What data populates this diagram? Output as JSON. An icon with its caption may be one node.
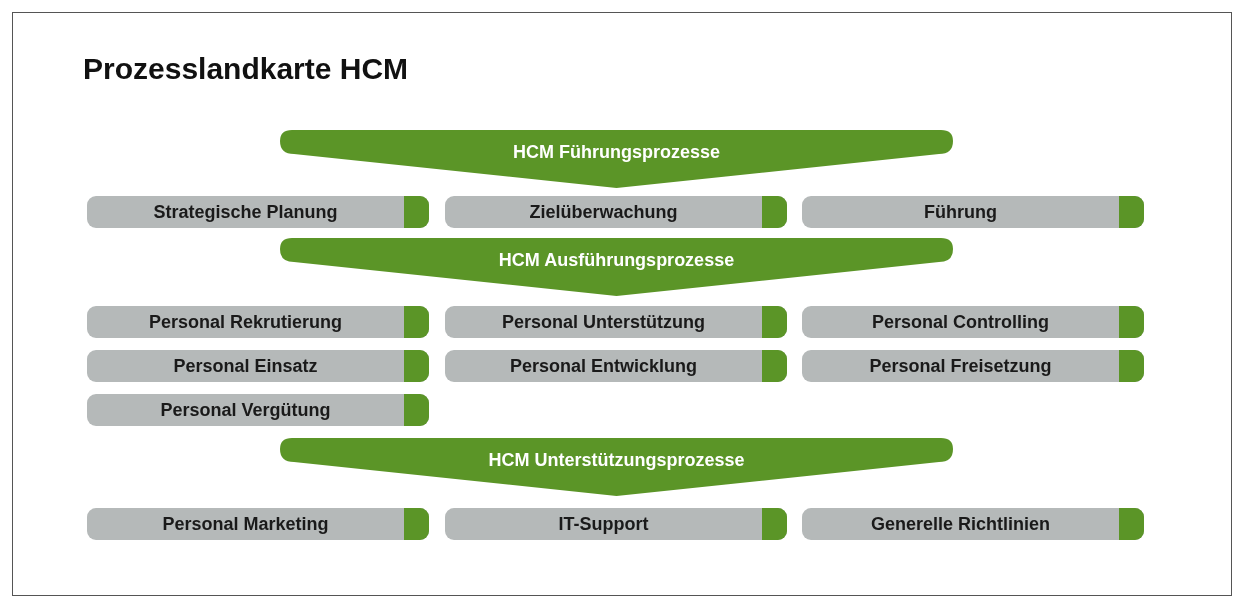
{
  "diagram": {
    "title": "Prozesslandkarte HCM",
    "nodes": [
      {
        "text": [
          "HCM Führungsprozesse"
        ]
      },
      {
        "text": [
          "Strategische Planung"
        ]
      },
      {
        "text": [
          "Zielüberwachung"
        ]
      },
      {
        "text": [
          "Führung"
        ]
      },
      {
        "text": [
          "HCM Ausführungsprozesse"
        ]
      },
      {
        "text": [
          "Personal Rekrutierung"
        ]
      },
      {
        "text": [
          "Personal Unterstützung"
        ]
      },
      {
        "text": [
          "Personal Controlling"
        ]
      },
      {
        "text": [
          "Personal Einsatz"
        ]
      },
      {
        "text": [
          "Personal Entwicklung"
        ]
      },
      {
        "text": [
          "Personal Freisetzung"
        ]
      },
      {
        "text": [
          "Personal Vergütung"
        ]
      },
      {
        "text": [
          "HCM Unterstützungsprozesse"
        ]
      },
      {
        "text": [
          "Personal Marketing"
        ]
      },
      {
        "text": [
          "IT-Support"
        ]
      },
      {
        "text": [
          "Generelle Richtlinien"
        ]
      }
    ]
  }
}
